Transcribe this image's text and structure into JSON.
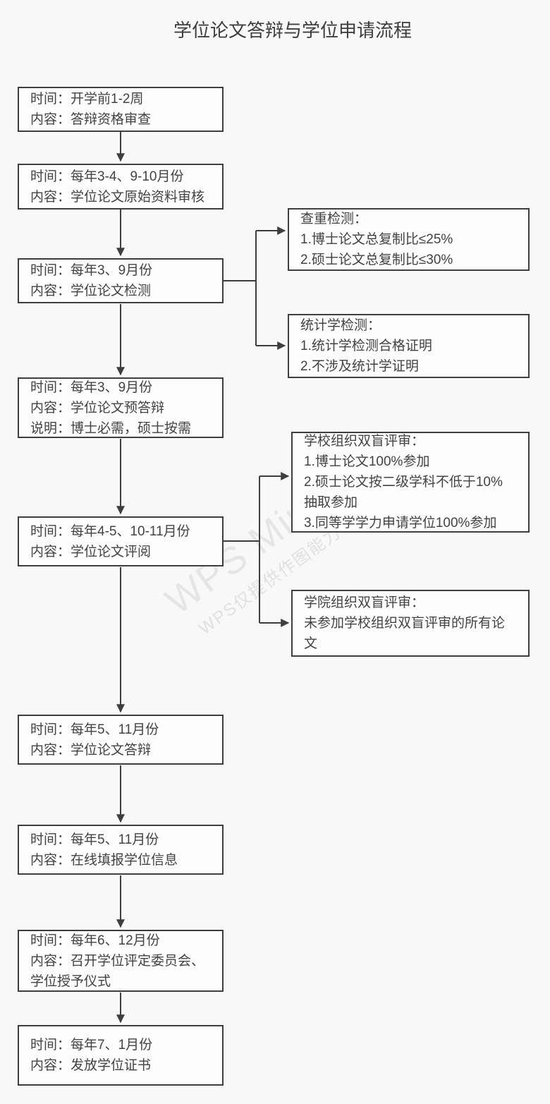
{
  "title": "学位论文答辩与学位申请流程",
  "watermark": {
    "brand": "WPS Mind",
    "note": "WPS仅提供作图能力"
  },
  "colors": {
    "background": "#f8f8f8",
    "node_fill": "#fdfdfd",
    "node_border": "#3e3e3e",
    "text": "#424242",
    "connector": "#3e3e3e"
  },
  "flow": {
    "steps": [
      {
        "id": "qualification-review",
        "lines": [
          "时间：开学前1-2周",
          "内容：答辩资格审查"
        ]
      },
      {
        "id": "original-material-review",
        "lines": [
          "时间：每年3-4、9-10月份",
          "内容：学位论文原始资料审核"
        ]
      },
      {
        "id": "thesis-check",
        "lines": [
          "时间：每年3、9月份",
          "内容：学位论文检测"
        ]
      },
      {
        "id": "pre-defense",
        "lines": [
          "时间：每年3、9月份",
          "内容：学位论文预答辩",
          "说明：博士必需，硕士按需"
        ]
      },
      {
        "id": "thesis-review",
        "lines": [
          "时间：每年4-5、10-11月份",
          "内容：学位论文评阅"
        ]
      },
      {
        "id": "thesis-defense",
        "lines": [
          "时间：每年5、11月份",
          "内容：学位论文答辩"
        ]
      },
      {
        "id": "online-degree-info",
        "lines": [
          "时间：每年5、11月份",
          "内容：在线填报学位信息"
        ]
      },
      {
        "id": "degree-committee",
        "lines": [
          "时间：每年6、12月份",
          "内容：召开学位评定委员会、学位授予仪式"
        ]
      },
      {
        "id": "issue-certificate",
        "lines": [
          "时间：每年7、1月份",
          "内容：发放学位证书"
        ]
      }
    ],
    "branches": [
      {
        "id": "plagiarism-check",
        "lines": [
          "查重检测：",
          "1.博士论文总复制比≤25%",
          "2.硕士论文总复制比≤30%"
        ]
      },
      {
        "id": "statistics-check",
        "lines": [
          "统计学检测：",
          "1.统计学检测合格证明",
          "2.不涉及统计学证明"
        ]
      },
      {
        "id": "university-blind-review",
        "lines": [
          "学校组织双盲评审：",
          "1.博士论文100%参加",
          "2.硕士论文按二级学科不低于10%抽取参加",
          "3.同等学学力申请学位100%参加"
        ]
      },
      {
        "id": "college-blind-review",
        "lines": [
          "学院组织双盲评审：",
          "未参加学校组织双盲评审的所有论文"
        ]
      }
    ]
  }
}
